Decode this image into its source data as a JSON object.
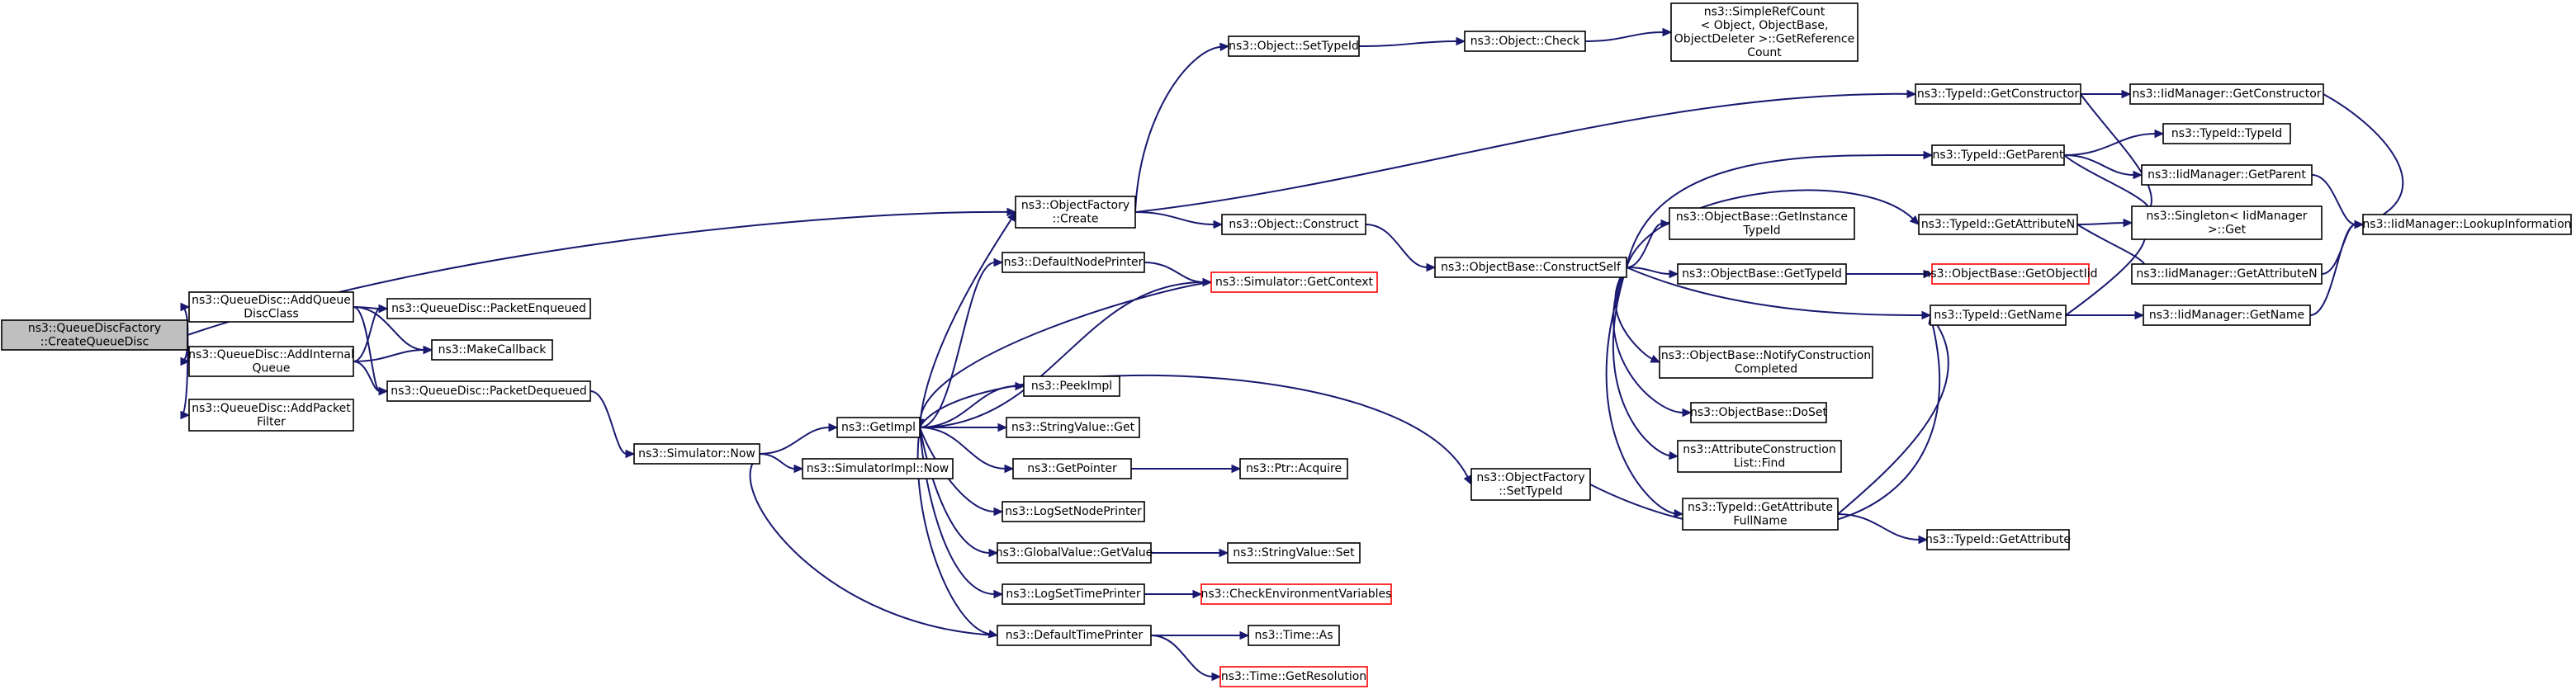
{
  "colors": {
    "edge": "#191970",
    "node_border": "#000000",
    "node_border_truncated": "#ff0000",
    "root_fill": "#bfbfbf",
    "background": "#ffffff"
  },
  "nodes": [
    {
      "id": "root",
      "lines": [
        "ns3::QueueDiscFactory",
        "::CreateQueueDisc"
      ],
      "style": "root"
    },
    {
      "id": "addQueueDiscClass",
      "lines": [
        "ns3::QueueDisc::AddQueue",
        "DiscClass"
      ]
    },
    {
      "id": "addInternalQueue",
      "lines": [
        "ns3::QueueDisc::AddInternal",
        "Queue"
      ]
    },
    {
      "id": "addPacketFilter",
      "lines": [
        "ns3::QueueDisc::AddPacket",
        "Filter"
      ]
    },
    {
      "id": "packetEnqueued",
      "lines": [
        "ns3::QueueDisc::PacketEnqueued"
      ]
    },
    {
      "id": "makeCallback",
      "lines": [
        "ns3::MakeCallback"
      ]
    },
    {
      "id": "packetDequeued",
      "lines": [
        "ns3::QueueDisc::PacketDequeued"
      ]
    },
    {
      "id": "simNow",
      "lines": [
        "ns3::Simulator::Now"
      ]
    },
    {
      "id": "getImpl",
      "lines": [
        "ns3::GetImpl"
      ]
    },
    {
      "id": "simImplNow",
      "lines": [
        "ns3::SimulatorImpl::Now"
      ]
    },
    {
      "id": "ofCreate",
      "lines": [
        "ns3::ObjectFactory",
        "::Create"
      ]
    },
    {
      "id": "defaultNodePrinter",
      "lines": [
        "ns3::DefaultNodePrinter"
      ]
    },
    {
      "id": "getContext",
      "lines": [
        "ns3::Simulator::GetContext"
      ],
      "style": "red"
    },
    {
      "id": "peekImpl",
      "lines": [
        "ns3::PeekImpl"
      ]
    },
    {
      "id": "stringValueGet",
      "lines": [
        "ns3::StringValue::Get"
      ]
    },
    {
      "id": "getPointer",
      "lines": [
        "ns3::GetPointer"
      ]
    },
    {
      "id": "ptrAcquire",
      "lines": [
        "ns3::Ptr::Acquire"
      ]
    },
    {
      "id": "logSetNodePrinter",
      "lines": [
        "ns3::LogSetNodePrinter"
      ]
    },
    {
      "id": "globalValueGetValue",
      "lines": [
        "ns3::GlobalValue::GetValue"
      ]
    },
    {
      "id": "stringValueSet",
      "lines": [
        "ns3::StringValue::Set"
      ]
    },
    {
      "id": "logSetTimePrinter",
      "lines": [
        "ns3::LogSetTimePrinter"
      ]
    },
    {
      "id": "checkEnv",
      "lines": [
        "ns3::CheckEnvironmentVariables"
      ],
      "style": "red"
    },
    {
      "id": "defaultTimePrinter",
      "lines": [
        "ns3::DefaultTimePrinter"
      ]
    },
    {
      "id": "timeAs",
      "lines": [
        "ns3::Time::As"
      ]
    },
    {
      "id": "timeGetResolution",
      "lines": [
        "ns3::Time::GetResolution"
      ],
      "style": "red"
    },
    {
      "id": "objSetTypeId",
      "lines": [
        "ns3::Object::SetTypeId"
      ]
    },
    {
      "id": "objCheck",
      "lines": [
        "ns3::Object::Check"
      ]
    },
    {
      "id": "getRefCount",
      "lines": [
        "ns3::SimpleRefCount",
        "< Object, ObjectBase,",
        "ObjectDeleter >::GetReference",
        "Count"
      ]
    },
    {
      "id": "objConstruct",
      "lines": [
        "ns3::Object::Construct"
      ]
    },
    {
      "id": "constructSelf",
      "lines": [
        "ns3::ObjectBase::ConstructSelf"
      ]
    },
    {
      "id": "ofSetTypeId",
      "lines": [
        "ns3::ObjectFactory",
        "::SetTypeId"
      ]
    },
    {
      "id": "getInstanceTypeId",
      "lines": [
        "ns3::ObjectBase::GetInstance",
        "TypeId"
      ]
    },
    {
      "id": "obGetTypeId",
      "lines": [
        "ns3::ObjectBase::GetTypeId"
      ]
    },
    {
      "id": "getObjectIid",
      "lines": [
        "ns3::ObjectBase::GetObjectIid"
      ],
      "style": "red"
    },
    {
      "id": "notifyConstruction",
      "lines": [
        "ns3::ObjectBase::NotifyConstruction",
        "Completed"
      ]
    },
    {
      "id": "doSet",
      "lines": [
        "ns3::ObjectBase::DoSet"
      ]
    },
    {
      "id": "acListFind",
      "lines": [
        "ns3::AttributeConstruction",
        "List::Find"
      ]
    },
    {
      "id": "getAttrFullName",
      "lines": [
        "ns3::TypeId::GetAttribute",
        "FullName"
      ]
    },
    {
      "id": "getConstructor",
      "lines": [
        "ns3::TypeId::GetConstructor"
      ]
    },
    {
      "id": "getParent",
      "lines": [
        "ns3::TypeId::GetParent"
      ]
    },
    {
      "id": "getAttributeN",
      "lines": [
        "ns3::TypeId::GetAttributeN"
      ]
    },
    {
      "id": "getName",
      "lines": [
        "ns3::TypeId::GetName"
      ]
    },
    {
      "id": "getAttribute",
      "lines": [
        "ns3::TypeId::GetAttribute"
      ]
    },
    {
      "id": "iidGetConstructor",
      "lines": [
        "ns3::IidManager::GetConstructor"
      ]
    },
    {
      "id": "typeIdTypeId",
      "lines": [
        "ns3::TypeId::TypeId"
      ]
    },
    {
      "id": "iidGetParent",
      "lines": [
        "ns3::IidManager::GetParent"
      ]
    },
    {
      "id": "singletonGet",
      "lines": [
        "ns3::Singleton< IidManager",
        " >::Get"
      ]
    },
    {
      "id": "iidGetAttributeN",
      "lines": [
        "ns3::IidManager::GetAttributeN"
      ]
    },
    {
      "id": "iidGetName",
      "lines": [
        "ns3::IidManager::GetName"
      ]
    },
    {
      "id": "lookupInformation",
      "lines": [
        "ns3::IidManager::LookupInformation"
      ]
    }
  ],
  "edges": [
    [
      "root",
      "addQueueDiscClass"
    ],
    [
      "root",
      "addInternalQueue"
    ],
    [
      "root",
      "addPacketFilter"
    ],
    [
      "root",
      "ofCreate"
    ],
    [
      "addQueueDiscClass",
      "packetEnqueued"
    ],
    [
      "addQueueDiscClass",
      "makeCallback"
    ],
    [
      "addQueueDiscClass",
      "packetDequeued"
    ],
    [
      "addInternalQueue",
      "packetEnqueued"
    ],
    [
      "addInternalQueue",
      "makeCallback"
    ],
    [
      "addInternalQueue",
      "packetDequeued"
    ],
    [
      "packetDequeued",
      "simNow"
    ],
    [
      "simNow",
      "getImpl"
    ],
    [
      "simNow",
      "simImplNow"
    ],
    [
      "getImpl",
      "ofCreate"
    ],
    [
      "getImpl",
      "defaultNodePrinter"
    ],
    [
      "getImpl",
      "getContext"
    ],
    [
      "getImpl",
      "peekImpl"
    ],
    [
      "getImpl",
      "stringValueGet"
    ],
    [
      "getImpl",
      "getPointer"
    ],
    [
      "getImpl",
      "logSetNodePrinter"
    ],
    [
      "getImpl",
      "globalValueGetValue"
    ],
    [
      "getImpl",
      "logSetTimePrinter"
    ],
    [
      "getImpl",
      "defaultTimePrinter"
    ],
    [
      "getImpl",
      "ofSetTypeId"
    ],
    [
      "defaultNodePrinter",
      "getContext"
    ],
    [
      "getContext",
      "getImpl"
    ],
    [
      "getPointer",
      "ptrAcquire"
    ],
    [
      "globalValueGetValue",
      "stringValueSet"
    ],
    [
      "logSetTimePrinter",
      "checkEnv"
    ],
    [
      "defaultTimePrinter",
      "simNow"
    ],
    [
      "defaultTimePrinter",
      "timeAs"
    ],
    [
      "defaultTimePrinter",
      "timeGetResolution"
    ],
    [
      "ofCreate",
      "objSetTypeId"
    ],
    [
      "ofCreate",
      "objConstruct"
    ],
    [
      "ofCreate",
      "getConstructor"
    ],
    [
      "objSetTypeId",
      "objCheck"
    ],
    [
      "objCheck",
      "getRefCount"
    ],
    [
      "objConstruct",
      "constructSelf"
    ],
    [
      "constructSelf",
      "getInstanceTypeId"
    ],
    [
      "constructSelf",
      "obGetTypeId"
    ],
    [
      "constructSelf",
      "notifyConstruction"
    ],
    [
      "constructSelf",
      "doSet"
    ],
    [
      "constructSelf",
      "acListFind"
    ],
    [
      "constructSelf",
      "getAttrFullName"
    ],
    [
      "constructSelf",
      "getParent"
    ],
    [
      "constructSelf",
      "getAttributeN"
    ],
    [
      "constructSelf",
      "getName"
    ],
    [
      "obGetTypeId",
      "getObjectIid"
    ],
    [
      "ofSetTypeId",
      "getName"
    ],
    [
      "getAttrFullName",
      "getName"
    ],
    [
      "getAttrFullName",
      "getAttribute"
    ],
    [
      "getConstructor",
      "iidGetConstructor"
    ],
    [
      "getConstructor",
      "singletonGet"
    ],
    [
      "getParent",
      "typeIdTypeId"
    ],
    [
      "getParent",
      "iidGetParent"
    ],
    [
      "getParent",
      "singletonGet"
    ],
    [
      "getAttributeN",
      "singletonGet"
    ],
    [
      "getAttributeN",
      "iidGetAttributeN"
    ],
    [
      "getName",
      "singletonGet"
    ],
    [
      "getName",
      "iidGetName"
    ],
    [
      "iidGetConstructor",
      "lookupInformation"
    ],
    [
      "iidGetParent",
      "lookupInformation"
    ],
    [
      "iidGetAttributeN",
      "lookupInformation"
    ],
    [
      "iidGetName",
      "lookupInformation"
    ]
  ]
}
